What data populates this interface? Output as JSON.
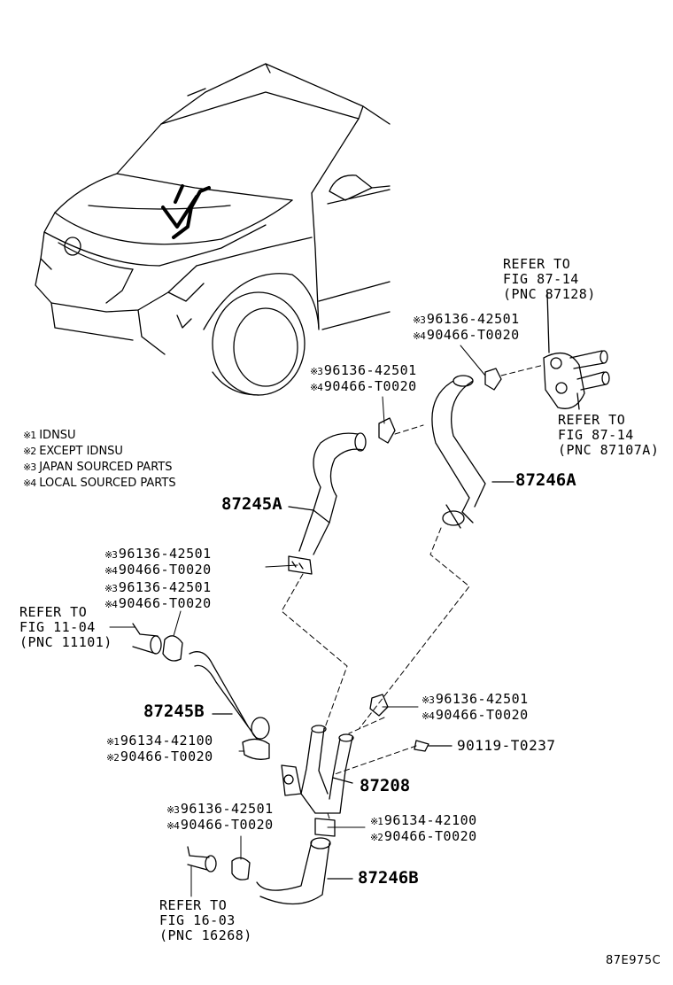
{
  "legend": [
    {
      "mark": "※1",
      "text": "IDNSU"
    },
    {
      "mark": "※2",
      "text": "EXCEPT IDNSU"
    },
    {
      "mark": "※3",
      "text": "JAPAN SOURCED PARTS"
    },
    {
      "mark": "※4",
      "text": "LOCAL SOURCED PARTS"
    }
  ],
  "refer_87128": {
    "line1": "REFER TO",
    "line2": "FIG 87-14",
    "line3": "(PNC 87128)"
  },
  "refer_87107a": {
    "line1": "REFER TO",
    "line2": "FIG 87-14",
    "line3": "(PNC 87107A)"
  },
  "refer_11101": {
    "line1": "REFER TO",
    "line2": "FIG 11-04",
    "line3": "(PNC 11101)"
  },
  "refer_16268": {
    "line1": "REFER TO",
    "line2": "FIG 16-03",
    "line3": "(PNC 16268)"
  },
  "clip_a": {
    "m1": "※3",
    "p1": "96136-42501",
    "m2": "※4",
    "p2": "90466-T0020"
  },
  "clip_b": {
    "m1": "※3",
    "p1": "96136-42501",
    "m2": "※4",
    "p2": "90466-T0020"
  },
  "clip_c": {
    "m1": "※3",
    "p1": "96136-42501",
    "m2": "※4",
    "p2": "90466-T0020"
  },
  "clip_d": {
    "m1": "※3",
    "p1": "96136-42501",
    "m2": "※4",
    "p2": "90466-T0020"
  },
  "clip_e": {
    "m1": "※3",
    "p1": "96136-42501",
    "m2": "※4",
    "p2": "90466-T0020"
  },
  "clip_f": {
    "m1": "※3",
    "p1": "96136-42501",
    "m2": "※4",
    "p2": "90466-T0020"
  },
  "clamp_a": {
    "m1": "※1",
    "p1": "96134-42100",
    "m2": "※2",
    "p2": "90466-T0020"
  },
  "clamp_b": {
    "m1": "※1",
    "p1": "96134-42100",
    "m2": "※2",
    "p2": "90466-T0020"
  },
  "parts": {
    "hose_87245a": "87245A",
    "hose_87246a": "87246A",
    "hose_87245b": "87245B",
    "hose_87246b": "87246B",
    "valve_87208": "87208",
    "bolt_90119": "90119-T0237"
  },
  "figure_code": "87E975C"
}
